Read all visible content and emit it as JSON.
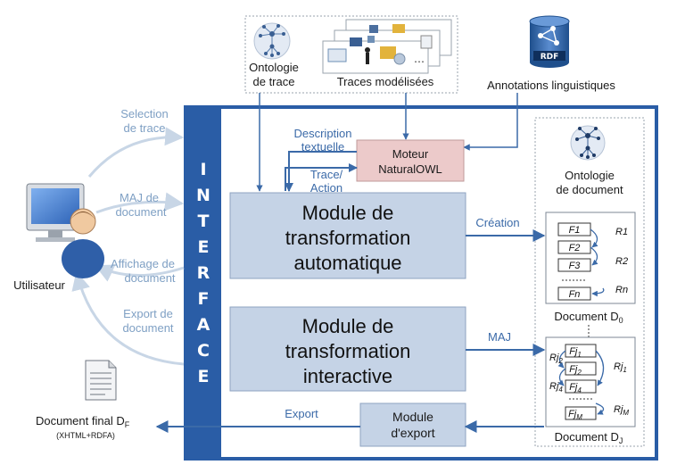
{
  "top": {
    "ontology_trace": [
      "Ontologie",
      "de trace"
    ],
    "traces_modelisees": "Traces modélisées",
    "annotations": "Annotations  linguistiques",
    "rdf_badge": "RDF"
  },
  "user": {
    "label": "Utilisateur",
    "selection": [
      "Selection",
      "de trace"
    ],
    "maj_document": [
      "MAJ de",
      "document"
    ],
    "affichage": [
      "Affichage de",
      "document"
    ],
    "export_doc": [
      "Export de",
      "document"
    ]
  },
  "interface_letters": [
    "I",
    "N",
    "T",
    "E",
    "R",
    "F",
    "A",
    "C",
    "E"
  ],
  "moteur": {
    "title": [
      "Moteur",
      "NaturalOWL"
    ],
    "description": [
      "Description",
      "textuelle"
    ],
    "trace_action": [
      "Trace/",
      "Action"
    ]
  },
  "modules": {
    "auto": [
      "Module de",
      "transformation",
      "automatique"
    ],
    "interactive": [
      "Module de",
      "transformation",
      "interactive"
    ],
    "export": [
      "Module",
      "d'export"
    ]
  },
  "arrows": {
    "creation": "Création",
    "maj": "MAJ",
    "export": "Export"
  },
  "right": {
    "ontology_doc": [
      "Ontologie",
      "de document"
    ],
    "doc_d0": "Document D",
    "doc_d0_sub": "0",
    "doc_dj": "Document D",
    "doc_dj_sub": "J",
    "d0_boxes": [
      "F1",
      "F2",
      "F3",
      "Fn"
    ],
    "d0_relations": [
      "R1",
      "R2",
      "Rn"
    ],
    "dj_boxes": [
      "Fj",
      "Fj",
      "Fj",
      "Fj"
    ],
    "dj_box_subs": [
      "1",
      "2",
      "4",
      "M"
    ],
    "dj_relations": [
      "Rj",
      "Rj",
      "Rj",
      "Rj"
    ],
    "dj_relation_subs": [
      "2",
      "1",
      "4",
      "M"
    ]
  },
  "final_doc": {
    "label": "Document final D",
    "label_sub": "F",
    "format": "(XHTML+RDFA)"
  },
  "colors": {
    "frame_blue": "#2a5da6",
    "module_fill": "#c5d3e6",
    "moteur_fill": "#eccaca",
    "arrow_blue": "#3b6aa8",
    "arrow_gray": "#c8d6e6"
  }
}
